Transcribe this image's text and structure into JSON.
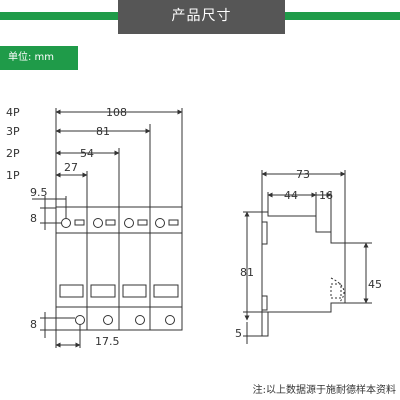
{
  "header": {
    "title": "产品尺寸"
  },
  "unit_label": "单位: mm",
  "footer_note": "注:以上数据源于施耐德样本资料",
  "colors": {
    "accent": "#1f9b49",
    "title_plate": "#565656",
    "line": "#333333"
  },
  "front_view": {
    "pole_labels": [
      "4P",
      "3P",
      "2P",
      "1P"
    ],
    "widths": [
      "108",
      "81",
      "54",
      "27"
    ],
    "dim_9_5": "9.5",
    "dim_top_8": "8",
    "dim_bottom_8": "8",
    "dim_17_5": "17.5"
  },
  "side_view": {
    "dim_73": "73",
    "dim_44": "44",
    "dim_16": "16",
    "dim_81": "81",
    "dim_45": "45",
    "dim_5": "5"
  }
}
